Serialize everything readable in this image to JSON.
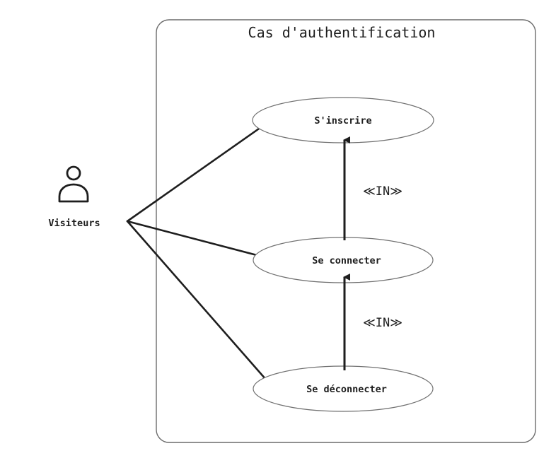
{
  "diagram": {
    "system": {
      "title": "Cas d'authentification"
    },
    "actor": {
      "label": "Visiteurs",
      "icon": "person-icon"
    },
    "use_cases": [
      {
        "id": "sinscrire",
        "label": "S'inscrire"
      },
      {
        "id": "se-connecter",
        "label": "Se connecter"
      },
      {
        "id": "se-deconnecter",
        "label": "Se déconnecter"
      }
    ],
    "associations": [
      {
        "from": "Visiteurs",
        "to": "S'inscrire"
      },
      {
        "from": "Visiteurs",
        "to": "Se connecter"
      },
      {
        "from": "Visiteurs",
        "to": "Se déconnecter"
      }
    ],
    "dependencies": [
      {
        "from": "Se connecter",
        "to": "S'inscrire",
        "stereotype": "≪IN≫"
      },
      {
        "from": "Se déconnecter",
        "to": "Se connecter",
        "stereotype": "≪IN≫"
      }
    ],
    "colors": {
      "stroke": "#1e1e1e",
      "boundary": "#6b6b6b",
      "ellipse_stroke": "#707070",
      "background": "#ffffff"
    }
  }
}
